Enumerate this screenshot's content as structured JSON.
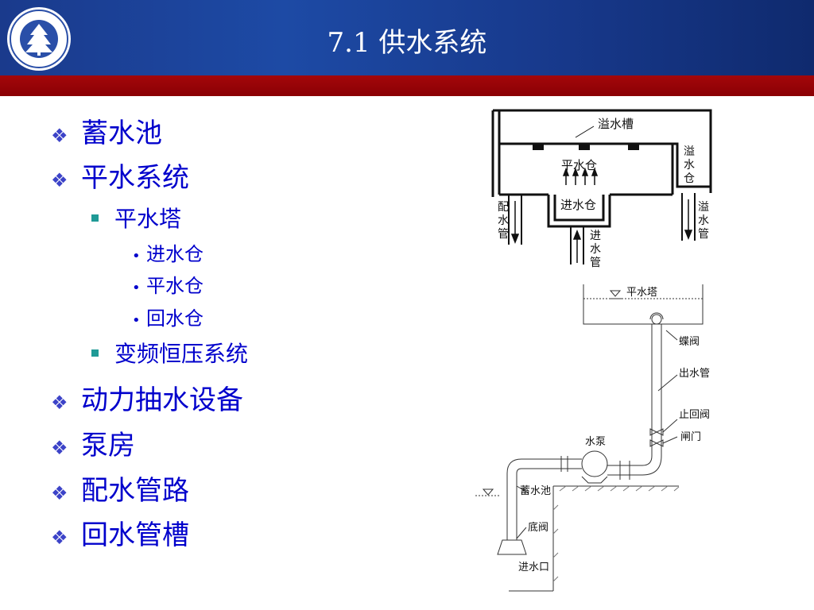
{
  "title": "7.1  供水系统",
  "bullets": {
    "l1_0": "蓄水池",
    "l1_1": "平水系统",
    "l2_0": "平水塔",
    "l3_0": "进水仓",
    "l3_1": "平水仓",
    "l3_2": "回水仓",
    "l2_1": "变频恒压系统",
    "l1_2": "动力抽水设备",
    "l1_3": "泵房",
    "l1_4": "配水管路",
    "l1_5": "回水管槽"
  },
  "diagram1": {
    "overflow_trough": "溢水槽",
    "level_chamber": "平水仓",
    "inlet_chamber": "进水仓",
    "overflow_chamber": "溢水仓",
    "supply_pipe": "配水管",
    "inlet_pipe": "进水管",
    "overflow_pipe": "溢水管"
  },
  "diagram2": {
    "tower": "平水塔",
    "butterfly_valve": "蝶阀",
    "outlet_pipe": "出水管",
    "check_valve": "止回阀",
    "gate_valve": "闸门",
    "pump": "水泵",
    "reservoir": "蓄水池",
    "foot_valve": "底阀",
    "inlet": "进水口"
  },
  "colors": {
    "header": "#1d4aa5",
    "redbar": "#8a0004",
    "text": "#0000cc"
  }
}
